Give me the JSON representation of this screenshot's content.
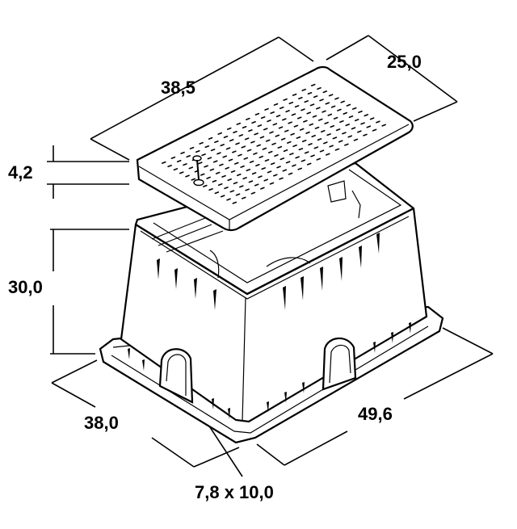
{
  "drawing": {
    "dimensions": {
      "lid_length": "38,5",
      "lid_width": "25,0",
      "lid_height": "4,2",
      "box_height": "30,0",
      "base_width": "38,0",
      "base_length": "49,6",
      "opening": "7,8 x 10,0"
    },
    "line_color": "#000000",
    "background": "#ffffff"
  }
}
